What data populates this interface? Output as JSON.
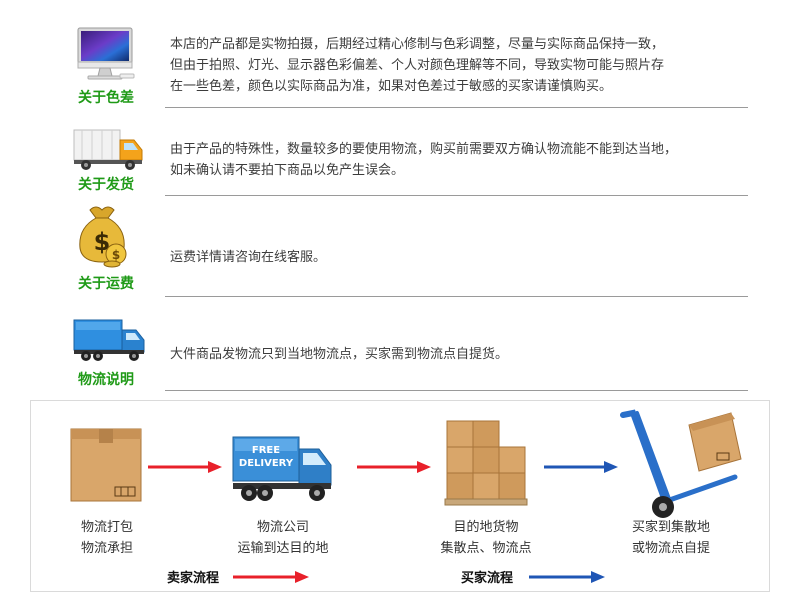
{
  "info_rows": [
    {
      "caption": "关于色差",
      "icon": "monitor-icon",
      "lines": [
        "本店的产品都是实物拍摄，后期经过精心修制与色彩调整，尽量与实际商品保持一致，",
        "但由于拍照、灯光、显示器色彩偏差、个人对颜色理解等不同，导致实物可能与照片存",
        "在一些色差，颜色以实际商品为准，如果对色差过于敏感的买家请谨慎购买。"
      ]
    },
    {
      "caption": "关于发货",
      "icon": "delivery-van-icon",
      "lines": [
        "由于产品的特殊性，数量较多的要使用物流，购买前需要双方确认物流能不能到达当地，",
        "如未确认请不要拍下商品以免产生误会。"
      ]
    },
    {
      "caption": "关于运费",
      "icon": "money-bag-icon",
      "lines": [
        "运费详情请咨询在线客服。"
      ]
    },
    {
      "caption": "物流说明",
      "icon": "blue-truck-icon",
      "lines": [
        "大件商品发物流只到当地物流点，买家需到物流点自提货。"
      ]
    }
  ],
  "flow": {
    "steps": [
      {
        "icon": "cardboard-box-icon",
        "lines": [
          "物流打包",
          "物流承担"
        ]
      },
      {
        "icon": "delivery-truck-icon",
        "truck_text": [
          "FREE",
          "DELIVERY"
        ],
        "lines": [
          "物流公司",
          "运输到达目的地"
        ]
      },
      {
        "icon": "stacked-boxes-icon",
        "lines": [
          "目的地货物",
          "集散点、物流点"
        ]
      },
      {
        "icon": "hand-truck-icon",
        "lines": [
          "买家到集散地",
          "或物流点自提"
        ]
      }
    ],
    "legend": {
      "seller_label": "卖家流程",
      "buyer_label": "买家流程"
    },
    "colors": {
      "seller_arrow": "#e8202a",
      "buyer_arrow": "#1f56b5",
      "caption_green": "#1f9a17"
    }
  }
}
